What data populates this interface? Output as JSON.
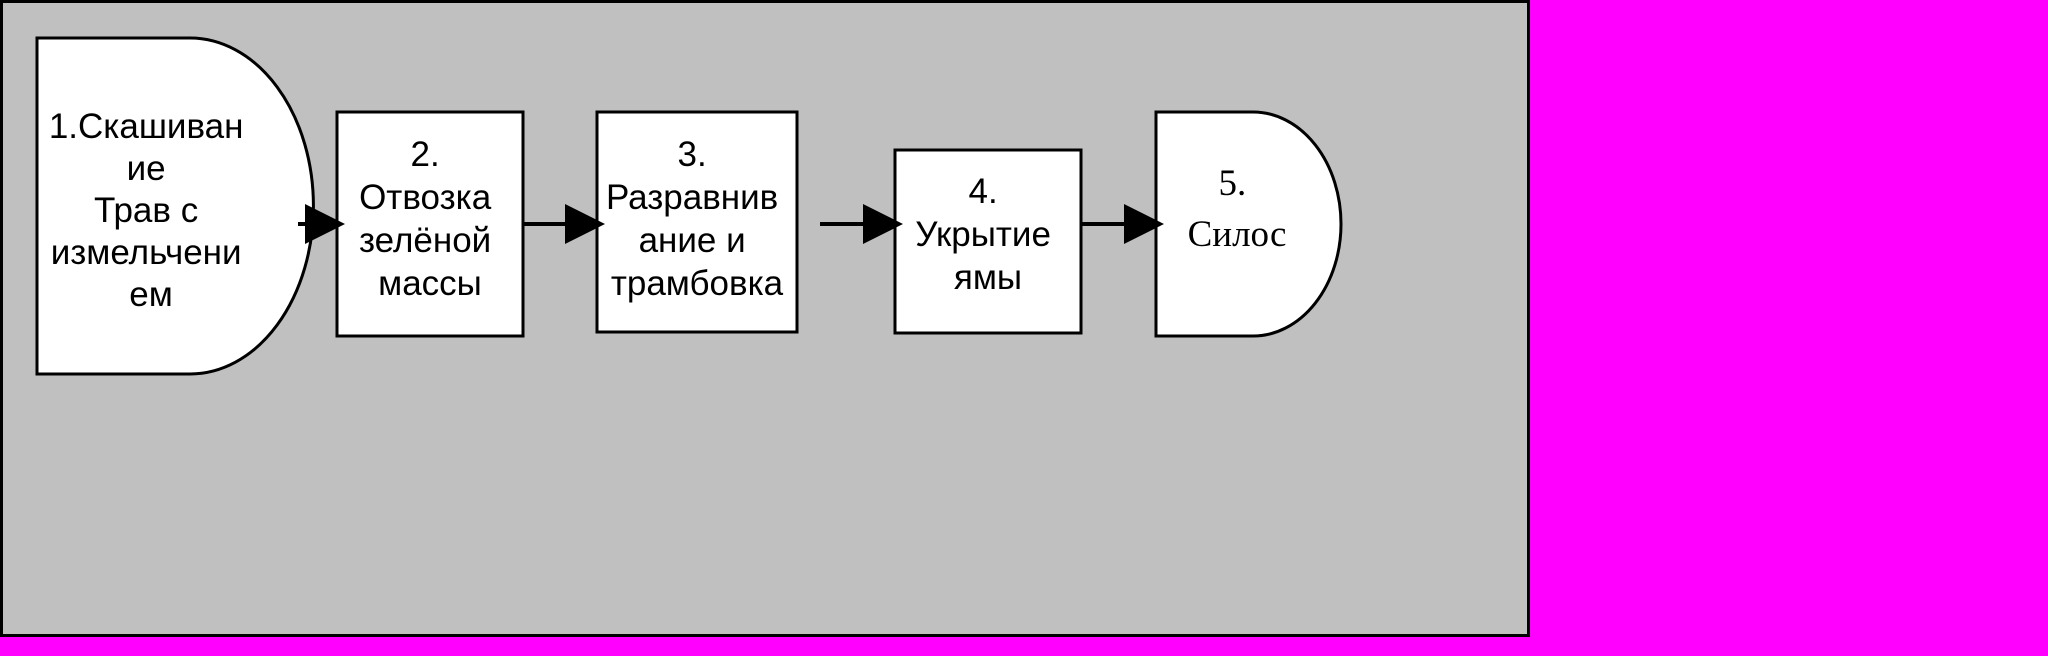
{
  "colors": {
    "page_background": "#ff00ff",
    "panel_background": "#c0c0c0",
    "node_fill": "#ffffff",
    "stroke": "#000000"
  },
  "diagram": {
    "nodes": [
      {
        "id": "n1",
        "shape": "half-rounded",
        "lines": [
          "1.Скашиван",
          "ие",
          "Трав с",
          "измельчени",
          "ем"
        ]
      },
      {
        "id": "n2",
        "shape": "rectangle",
        "lines": [
          "2.",
          "Отвозка",
          "зелёной",
          "массы"
        ]
      },
      {
        "id": "n3",
        "shape": "rectangle",
        "lines": [
          "3.",
          "Разравнив",
          "ание и",
          "трамбовка"
        ]
      },
      {
        "id": "n4",
        "shape": "rectangle",
        "lines": [
          "4.",
          "Укрытие",
          "ямы"
        ]
      },
      {
        "id": "n5",
        "shape": "half-rounded",
        "lines": [
          "5.",
          "Силос"
        ]
      }
    ],
    "edges": [
      {
        "from": "n1",
        "to": "n2"
      },
      {
        "from": "n2",
        "to": "n3"
      },
      {
        "from": "n3",
        "to": "n4"
      },
      {
        "from": "n4",
        "to": "n5"
      }
    ]
  }
}
